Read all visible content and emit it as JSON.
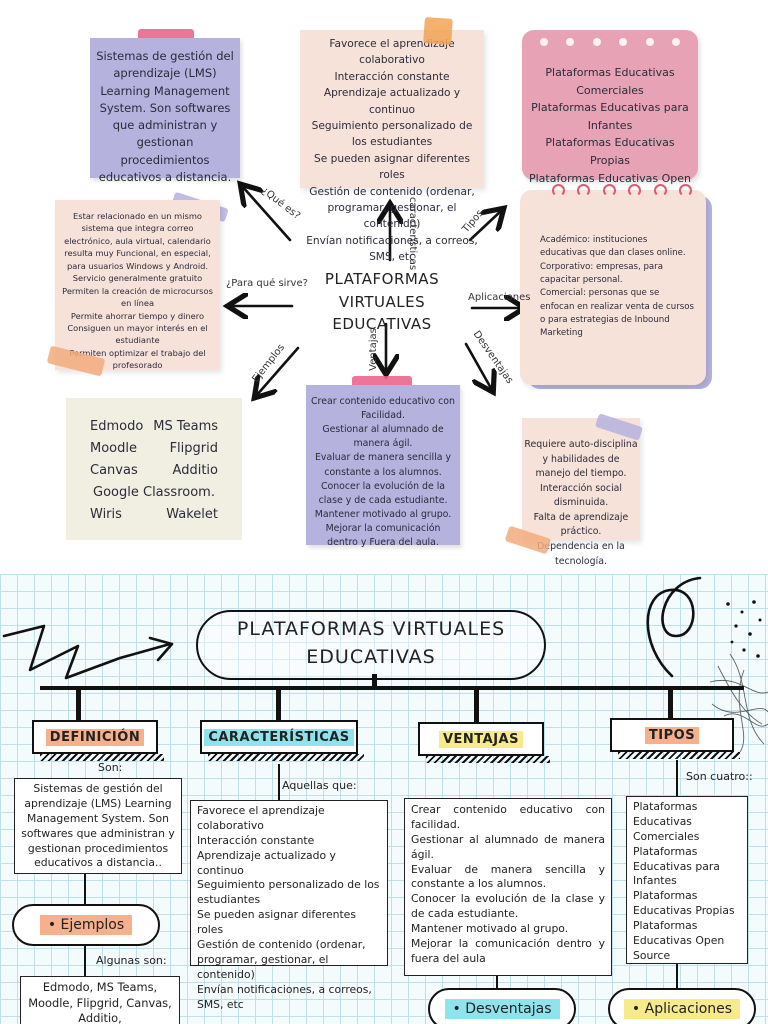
{
  "top": {
    "center_title": [
      "PLATAFORMAS",
      "VIRTUALES EDUCATIVAS"
    ],
    "labels": {
      "que_es": "¿Qué es?",
      "caracteristicas": "características",
      "tipos": "Tipos",
      "para_que": "¿Para qué sirve?",
      "aplicaciones": "Aplicaciones",
      "ejemplos": "Ejemplos",
      "ventajas": "Ventajas",
      "desventajas": "Desventajas"
    },
    "definition": "Sistemas de gestión del aprendizaje (LMS) Learning Management System. Son softwares que administran y gestionan procedimientos educativos a distancia.",
    "characteristics": [
      "Favorece el aprendizaje colaborativo",
      "Interacción constante",
      "Aprendizaje actualizado y continuo",
      "Seguimiento personalizado de los estudiantes",
      "Se pueden asignar diferentes roles",
      "Gestión de contenido (ordenar, programar, gestionar, el contenido)",
      "Envían notificaciones, a correos, SMS, etc"
    ],
    "types": [
      "Plataformas Educativas Comerciales",
      "Plataformas Educativas para Infantes",
      "Plataformas Educativas Propias",
      "Plataformas Educativas Open Source"
    ],
    "applications": [
      "Académico: instituciones educativas que dan clases online.",
      "Corporativo: empresas, para capacitar personal.",
      "Comercial: personas que se enfocan en realizar venta de cursos o para estrategias de Inbound Marketing"
    ],
    "uses": [
      "Estar relacionado en un mismo sistema que integra correo electrónico, aula virtual, calendario resulta muy Funcional, en especial, para usuarios Windows y Android.",
      "Servicio generalmente gratuito",
      "Permiten la creación de microcursos en línea",
      "Permite ahorrar tiempo y dinero",
      "Consiguen un mayor interés en el estudiante",
      "Permiten optimizar el trabajo del profesorado"
    ],
    "advantages": [
      "Crear contenido educativo con Facilidad.",
      "Gestionar al alumnado de manera ágil.",
      "Evaluar de manera sencilla y constante a los alumnos.",
      "Conocer la evolución de la clase y de cada estudiante.",
      "Mantener motivado al grupo.",
      "Mejorar la comunicación dentro y Fuera del aula."
    ],
    "disadvantages": [
      "Requiere auto-disciplina y habilidades de manejo del tiempo.",
      "Interacción social disminuida.",
      "Falta de aprendizaje práctico.",
      "Dependencia en la tecnología."
    ],
    "examples": {
      "edmodo": "Edmodo",
      "msteams": "MS Teams",
      "moodle": "Moodle",
      "flipgrid": "Flipgrid",
      "canvas": "Canvas",
      "additio": "Additio",
      "classroom": "Google Classroom.",
      "wiris": "Wiris",
      "wakelet": "Wakelet"
    }
  },
  "bottom": {
    "title": [
      "PLATAFORMAS VIRTUALES",
      "EDUCATIVAS"
    ],
    "categories": {
      "definicion": "DEFINICIÓN",
      "caracteristicas": "CARACTERÍSTICAS",
      "ventajas": "VENTAJAS",
      "tipos": "TIPOS"
    },
    "connectors": {
      "son": "Son:",
      "aquellas": "Aquellas que:",
      "son_cuatro": "Son cuatro::",
      "algunas": "Algunas son:"
    },
    "definition_text": "Sistemas de gestión del aprendizaje (LMS) Learning Management System. Son softwares que administran y gestionan procedimientos educativos a distancia..",
    "characteristics": [
      "Favorece el aprendizaje colaborativo",
      "Interacción constante",
      "Aprendizaje actualizado y continuo",
      "Seguimiento personalizado de los estudiantes",
      "Se pueden asignar diferentes roles",
      "Gestión de contenido (ordenar, programar, gestionar, el contenido)",
      "Envían notificaciones, a correos, SMS, etc"
    ],
    "advantages": [
      "Crear contenido educativo con facilidad.",
      "Gestionar al alumnado de manera ágil.",
      "Evaluar de manera sencilla y constante a los alumnos.",
      "Conocer la evolución de la clase y de cada estudiante.",
      "Mantener motivado al grupo.",
      "Mejorar la comunicación dentro y fuera del aula"
    ],
    "types": [
      "Plataformas Educativas Comerciales",
      "Plataformas Educativas para Infantes",
      "Plataformas Educativas Propias",
      "Plataformas Educativas Open Source"
    ],
    "pills": {
      "ejemplos": "• Ejemplos",
      "desventajas": "• Desventajas",
      "aplicaciones": "• Aplicaciones"
    },
    "examples_text": "Edmodo, MS Teams, Moodle, Flipgrid, Canvas, Additio,"
  },
  "colors": {
    "lilac": "#b5b2de",
    "peach": "#f7e2da",
    "pink": "#e7a3b5",
    "orange_hl": "#f6b08c",
    "cyan_hl": "#8fe3ec",
    "yellow_hl": "#f7ea8a"
  }
}
